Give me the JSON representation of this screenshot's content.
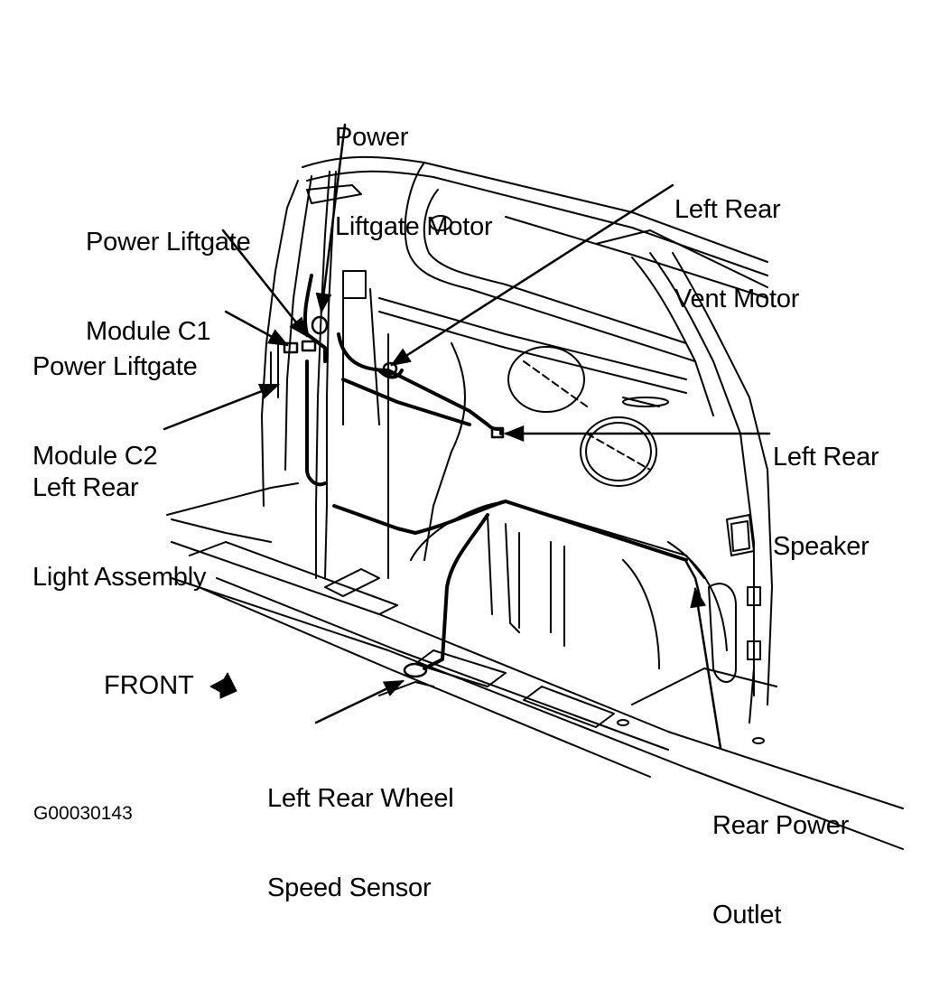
{
  "diagram": {
    "title": "Left rear quarter interior component locations",
    "figure_id": "G00030143",
    "orientation": {
      "label": "FRONT",
      "icon": "direction-arrow-icon"
    },
    "line_color": "#000000",
    "background_color": "#ffffff",
    "callouts": [
      {
        "id": "power-liftgate-motor",
        "lines": [
          "Power",
          "Liftgate Motor"
        ]
      },
      {
        "id": "power-liftgate-module-c1",
        "lines": [
          "Power Liftgate",
          "Module C1"
        ]
      },
      {
        "id": "power-liftgate-module-c2",
        "lines": [
          "Power Liftgate",
          "Module C2"
        ]
      },
      {
        "id": "left-rear-light-assembly",
        "lines": [
          "Left Rear",
          "Light Assembly"
        ]
      },
      {
        "id": "left-rear-vent-motor",
        "lines": [
          "Left Rear",
          "Vent Motor"
        ]
      },
      {
        "id": "left-rear-speaker",
        "lines": [
          "Left Rear",
          "Speaker"
        ]
      },
      {
        "id": "left-rear-wheel-speed-sensor",
        "lines": [
          "Left Rear Wheel",
          "Speed Sensor"
        ]
      },
      {
        "id": "rear-power-outlet",
        "lines": [
          "Rear Power",
          "Outlet"
        ]
      }
    ]
  }
}
